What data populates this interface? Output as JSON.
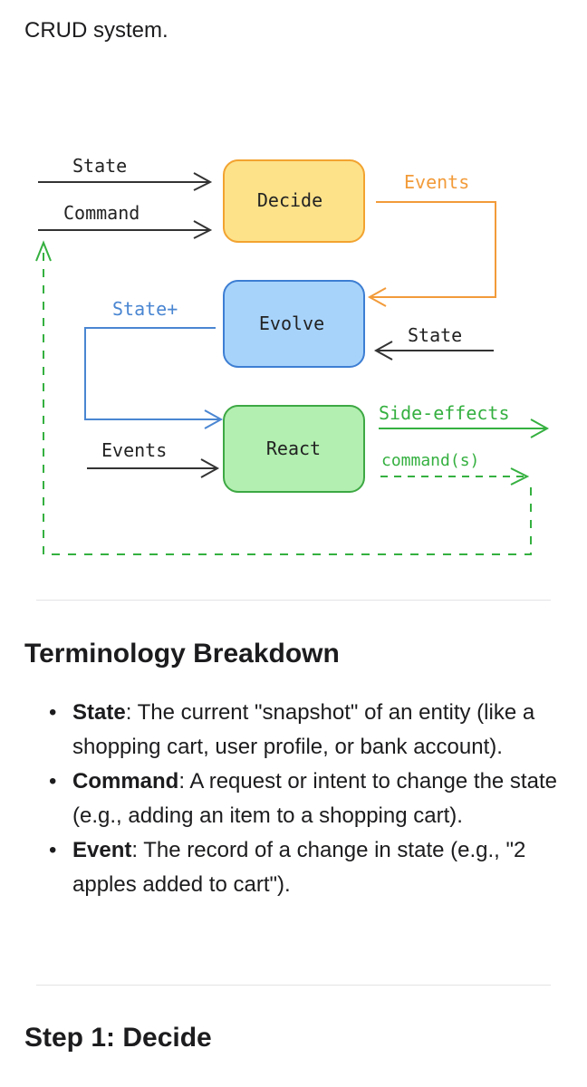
{
  "intro_text": "CRUD system.",
  "diagram": {
    "nodes": {
      "decide": "Decide",
      "evolve": "Evolve",
      "react": "React"
    },
    "labels": {
      "state_in": "State",
      "command_in": "Command",
      "events_out": "Events",
      "state_plus": "State+",
      "state_right": "State",
      "events_in": "Events",
      "side_effects": "Side-effects",
      "commands_out": "command(s)"
    },
    "colors": {
      "decide_fill": "#fde28a",
      "decide_stroke": "#f2a330",
      "evolve_fill": "#a7d3fb",
      "evolve_stroke": "#3d7ed3",
      "react_fill": "#b2efb0",
      "react_stroke": "#3da843",
      "orange": "#f29b3a",
      "blue": "#4a86d2",
      "green": "#35b040",
      "dark": "#333333"
    }
  },
  "sections": {
    "terminology": "Terminology Breakdown",
    "step1": "Step 1: Decide"
  },
  "terms": [
    {
      "term": "State",
      "desc": ": The current \"snapshot\" of an entity (like a shopping cart, user profile, or bank account)."
    },
    {
      "term": "Command",
      "desc": ": A request or intent to change the state (e.g., adding an item to a shopping cart)."
    },
    {
      "term": "Event",
      "desc": ": The record of a change in state (e.g., \"2 apples added to cart\")."
    }
  ],
  "bullet": "•"
}
